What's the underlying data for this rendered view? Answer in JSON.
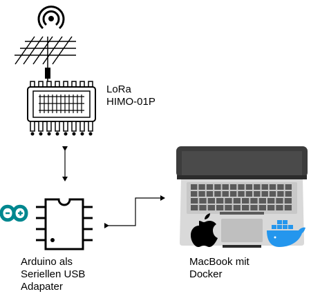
{
  "lora_label": [
    "LoRa",
    "HIMO-01P"
  ],
  "arduino_label": [
    "Arduino als",
    "Seriellen USB",
    "Adapater"
  ],
  "mac_label": [
    "MacBook mit",
    "Docker"
  ],
  "colors": {
    "line": "#000000",
    "chip_fill": "#ffffff",
    "arduino_logo": "#00878f",
    "laptop_frame": "#3c3c3c",
    "laptop_screen": "#4a4a4a",
    "laptop_body": "#d9d9d9",
    "keyboard_keys": "#5a5a5a",
    "trackpad": "#bfbfbf",
    "docker_blue": "#2496ed",
    "apple_logo": "#000000"
  },
  "icons": [
    "antenna-icon",
    "lora-module-icon",
    "arduino-logo-icon",
    "ic-chip-icon",
    "laptop-icon",
    "apple-logo-icon",
    "docker-logo-icon"
  ]
}
